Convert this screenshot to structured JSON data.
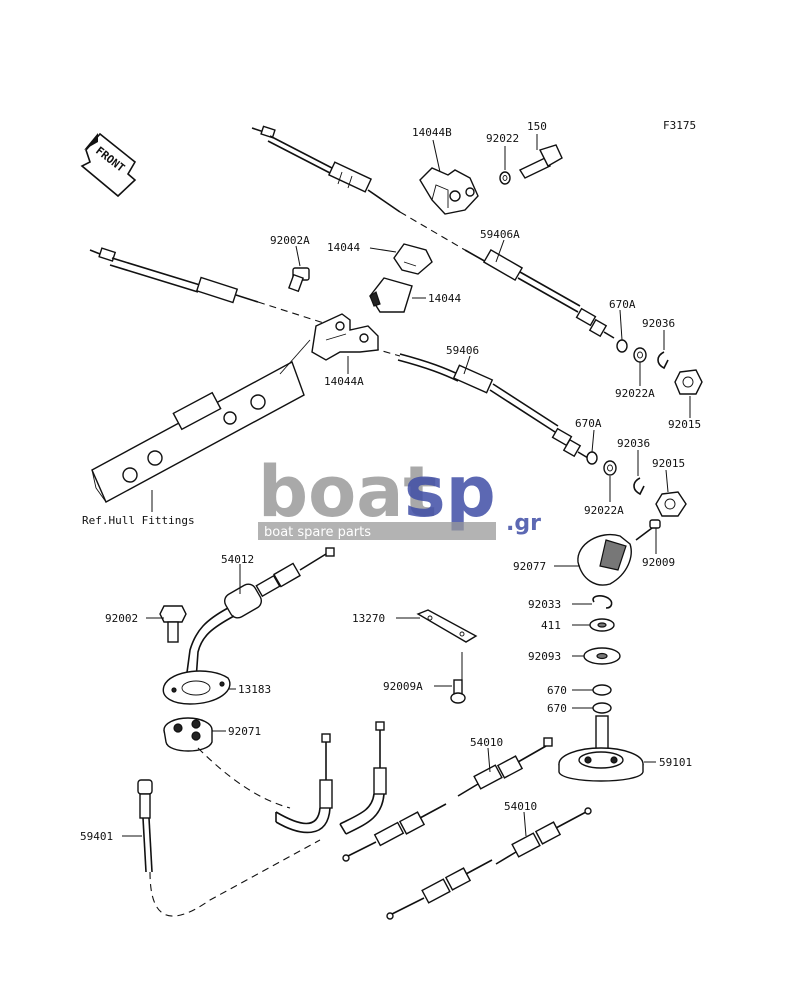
{
  "figure_code": "F3175",
  "front_label": "FRONT",
  "watermark": {
    "word_gray": "boat",
    "word_blue": "sp",
    "suffix": ".gr",
    "tagline": "boat spare parts",
    "color_gray": "#9a9a9a",
    "color_blue": "#3f4ea6"
  },
  "callouts": {
    "p14044B": "14044B",
    "p92022": "92022",
    "p150": "150",
    "p92002A": "92002A",
    "p14044_upper": "14044",
    "p59406A": "59406A",
    "p14044_lower": "14044",
    "p670A_upper": "670A",
    "p92036_upper": "92036",
    "p14044A": "14044A",
    "p59406": "59406",
    "p92022A_upper": "92022A",
    "p92015_upper": "92015",
    "p670A_lower": "670A",
    "p92036_lower": "92036",
    "p92015_lower": "92015",
    "p92022A_lower": "92022A",
    "p92009": "92009",
    "ref_hull": "Ref.Hull Fittings",
    "p54012": "54012",
    "p92077": "92077",
    "p92002": "92002",
    "p13270": "13270",
    "p92033": "92033",
    "p411": "411",
    "p92093": "92093",
    "p13183": "13183",
    "p92009A": "92009A",
    "p670_upper": "670",
    "p670_lower": "670",
    "p92071": "92071",
    "p54010_upper": "54010",
    "p59101": "59101",
    "p54010_lower": "54010",
    "p59401": "59401"
  }
}
